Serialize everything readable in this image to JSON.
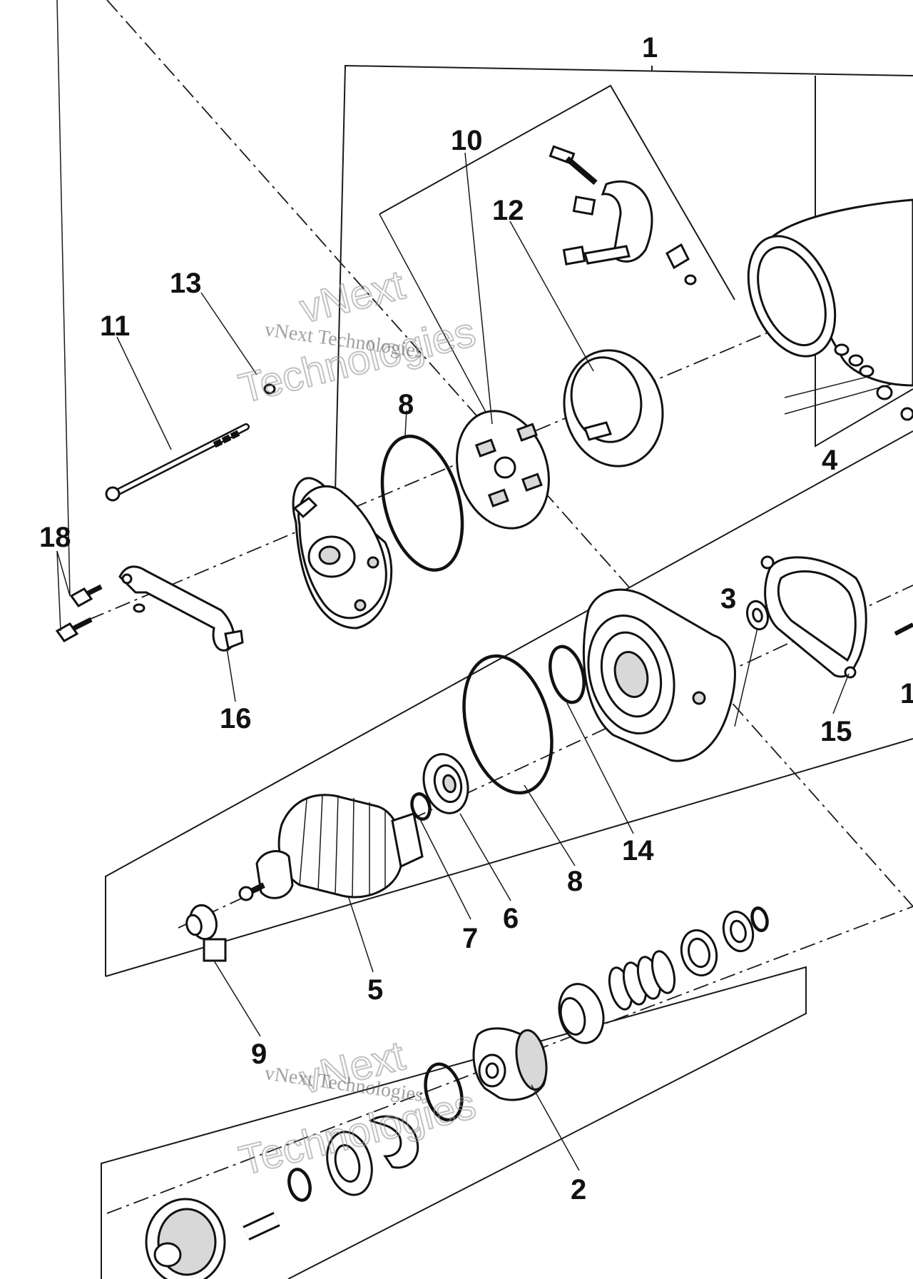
{
  "diagram": {
    "callouts": [
      "1",
      "2",
      "3",
      "4",
      "5",
      "6",
      "7",
      "8",
      "8",
      "9",
      "10",
      "11",
      "12",
      "13",
      "14",
      "15",
      "16",
      "18",
      "1"
    ],
    "watermark": {
      "line_small": "vNext Technologies",
      "line_big_1": "vNext",
      "line_big_2": "Technologies"
    }
  }
}
